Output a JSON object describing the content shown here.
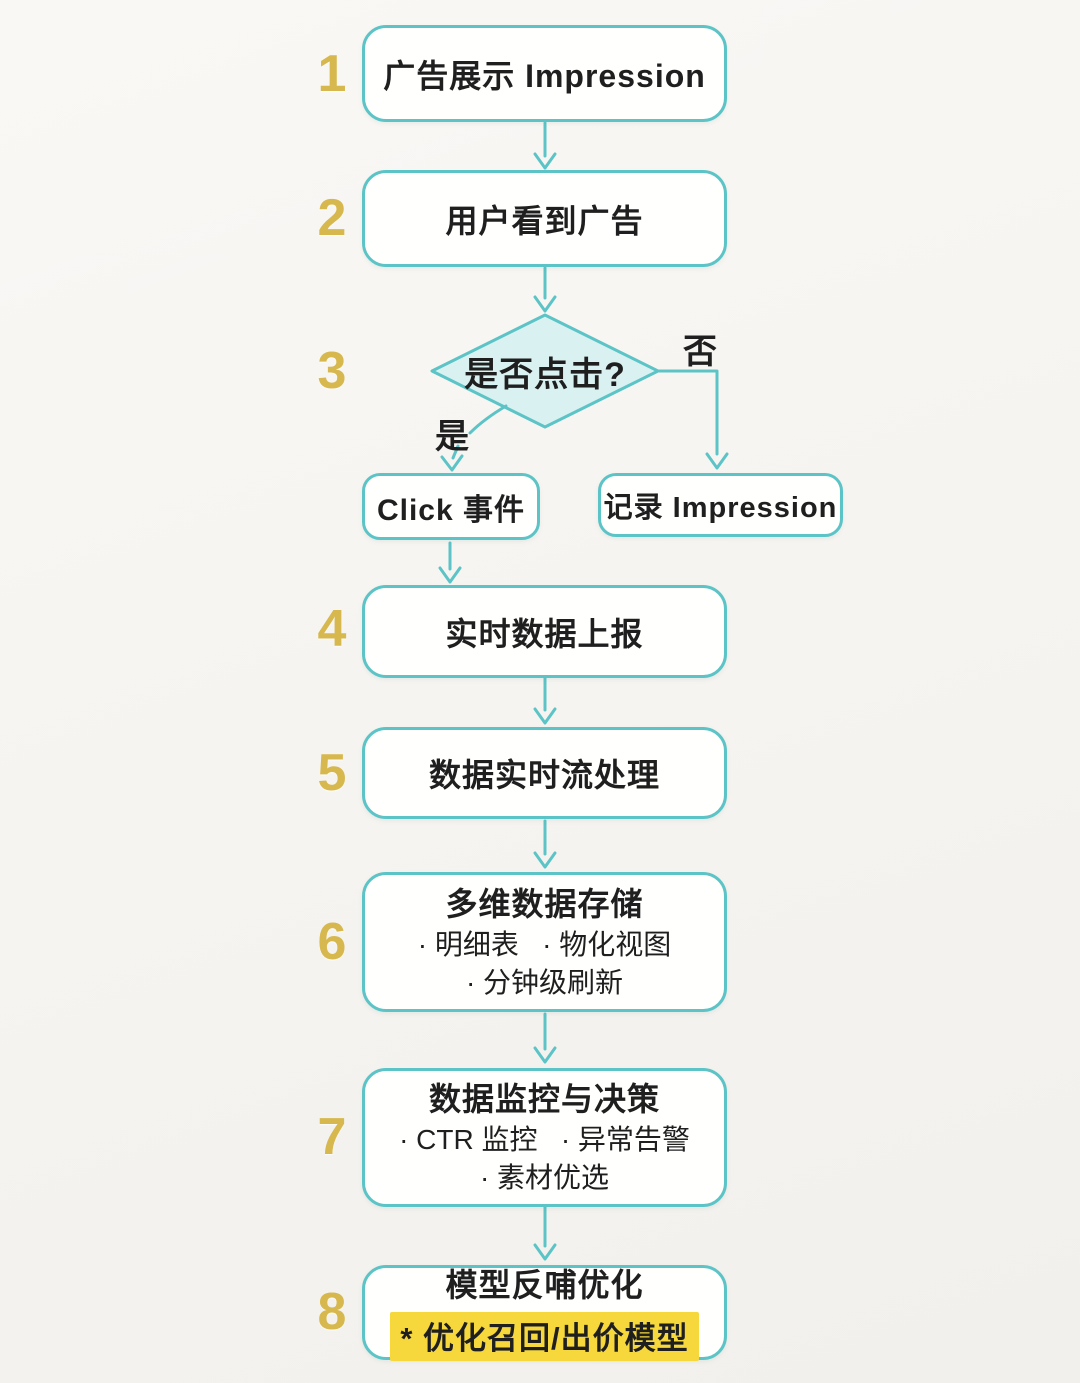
{
  "colors": {
    "background_top": "#faf8f5",
    "background_bottom": "#f2f0ec",
    "teal": "#5cc4c6",
    "teal_light": "#d9f1f1",
    "box_fill": "#fffffe",
    "gold": "#d7b84e",
    "text": "#1f1f1f",
    "highlight": "#f6d73c"
  },
  "steps": [
    {
      "number": "1",
      "label": "广告展示 Impression"
    },
    {
      "number": "2",
      "label": "用户看到广告"
    },
    {
      "number": "3",
      "label": "是否点击?"
    },
    {
      "number": "4",
      "label": "实时数据上报"
    },
    {
      "number": "5",
      "label": "数据实时流处理"
    },
    {
      "number": "6",
      "title": "多维数据存储",
      "line1": "· 明细表   · 物化视图",
      "line2": "· 分钟级刷新"
    },
    {
      "number": "7",
      "title": "数据监控与决策",
      "line1": "· CTR 监控   · 异常告警",
      "line2": "· 素材优选"
    },
    {
      "number": "8",
      "title": "模型反哺优化",
      "highlight": "* 优化召回/出价模型"
    }
  ],
  "branch": {
    "yes_label": "是",
    "no_label": "否",
    "yes_box": "Click 事件",
    "no_box": "记录 Impression"
  }
}
